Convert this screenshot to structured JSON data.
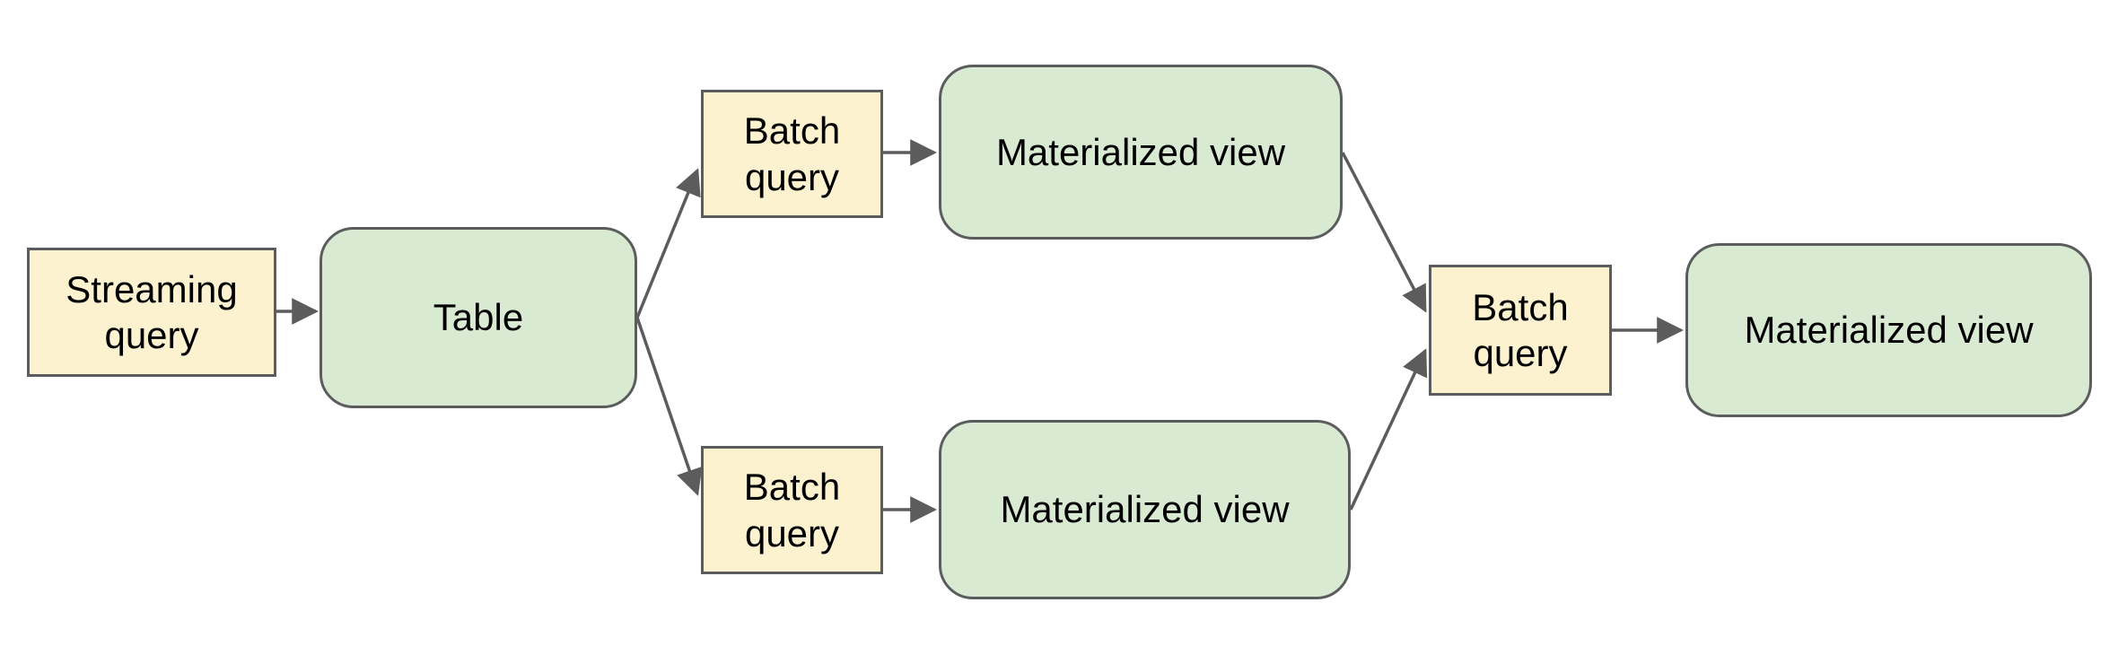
{
  "diagram": {
    "description": "Flow diagram: a streaming query feeds a table; batch queries derive materialized views, which feed a further batch query producing a final materialized view."
  },
  "colors": {
    "query_fill": "#fcf2d0",
    "view_fill": "#d9ead3",
    "node_border": "#5a5c5e",
    "arrow_color": "#5c5c5c",
    "background": "#ffffff",
    "text": "#000000"
  },
  "nodes": {
    "streaming_query": {
      "label": "Streaming query",
      "type": "query"
    },
    "table": {
      "label": "Table",
      "type": "table"
    },
    "batch_query_top": {
      "label": "Batch query",
      "type": "query"
    },
    "materialized_view_top": {
      "label": "Materialized view",
      "type": "view"
    },
    "batch_query_bottom": {
      "label": "Batch query",
      "type": "query"
    },
    "materialized_view_bottom": {
      "label": "Materialized view",
      "type": "view"
    },
    "batch_query_right": {
      "label": "Batch query",
      "type": "query"
    },
    "materialized_view_right": {
      "label": "Materialized view",
      "type": "view"
    }
  },
  "edges": [
    {
      "from": "streaming_query",
      "to": "table"
    },
    {
      "from": "table",
      "to": "batch_query_top"
    },
    {
      "from": "table",
      "to": "batch_query_bottom"
    },
    {
      "from": "batch_query_top",
      "to": "materialized_view_top"
    },
    {
      "from": "batch_query_bottom",
      "to": "materialized_view_bottom"
    },
    {
      "from": "materialized_view_top",
      "to": "batch_query_right"
    },
    {
      "from": "materialized_view_bottom",
      "to": "batch_query_right"
    },
    {
      "from": "batch_query_right",
      "to": "materialized_view_right"
    }
  ]
}
